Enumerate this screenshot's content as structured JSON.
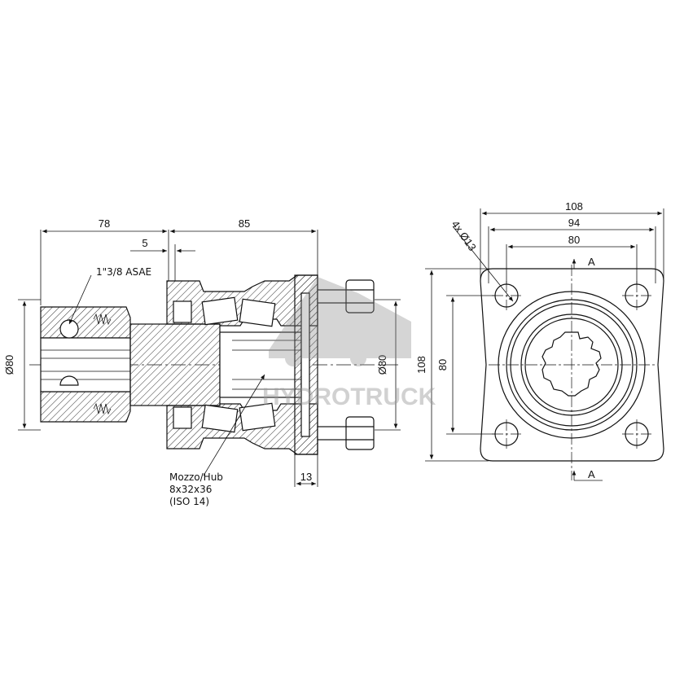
{
  "side_view": {
    "dim_length_left": "78",
    "dim_length_right": "85",
    "dim_offset": "5",
    "dim_diameter_left": "Ø80",
    "dim_diameter_right": "Ø80",
    "dim_flange": "13",
    "label_shaft": "1\"3/8 ASAE",
    "label_hub_line1": "Mozzo/Hub",
    "label_hub_line2": "8x32x36",
    "label_hub_line3": "(ISO 14)"
  },
  "front_view": {
    "dim_outer": "108",
    "dim_middle": "94",
    "dim_inner": "80",
    "dim_vertical_outer": "108",
    "dim_vertical_inner": "80",
    "dim_holes": "4x Ø13",
    "section_label_top": "A",
    "section_label_bottom": "A"
  },
  "watermark": "HYDROTRUCK"
}
